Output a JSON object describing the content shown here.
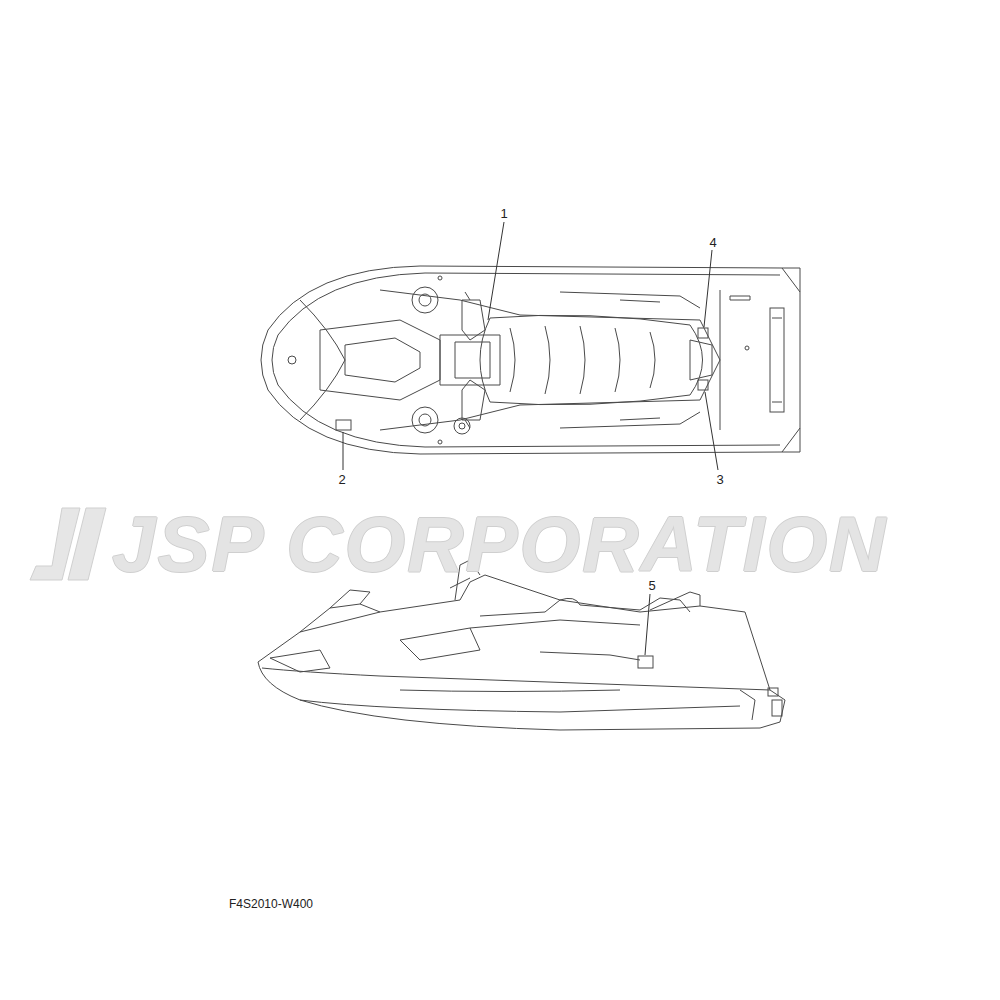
{
  "diagram": {
    "labels": [
      "1",
      "2",
      "3",
      "4",
      "5",
      "JSP CORPORATION",
      "F4S2010-W400"
    ]
  }
}
